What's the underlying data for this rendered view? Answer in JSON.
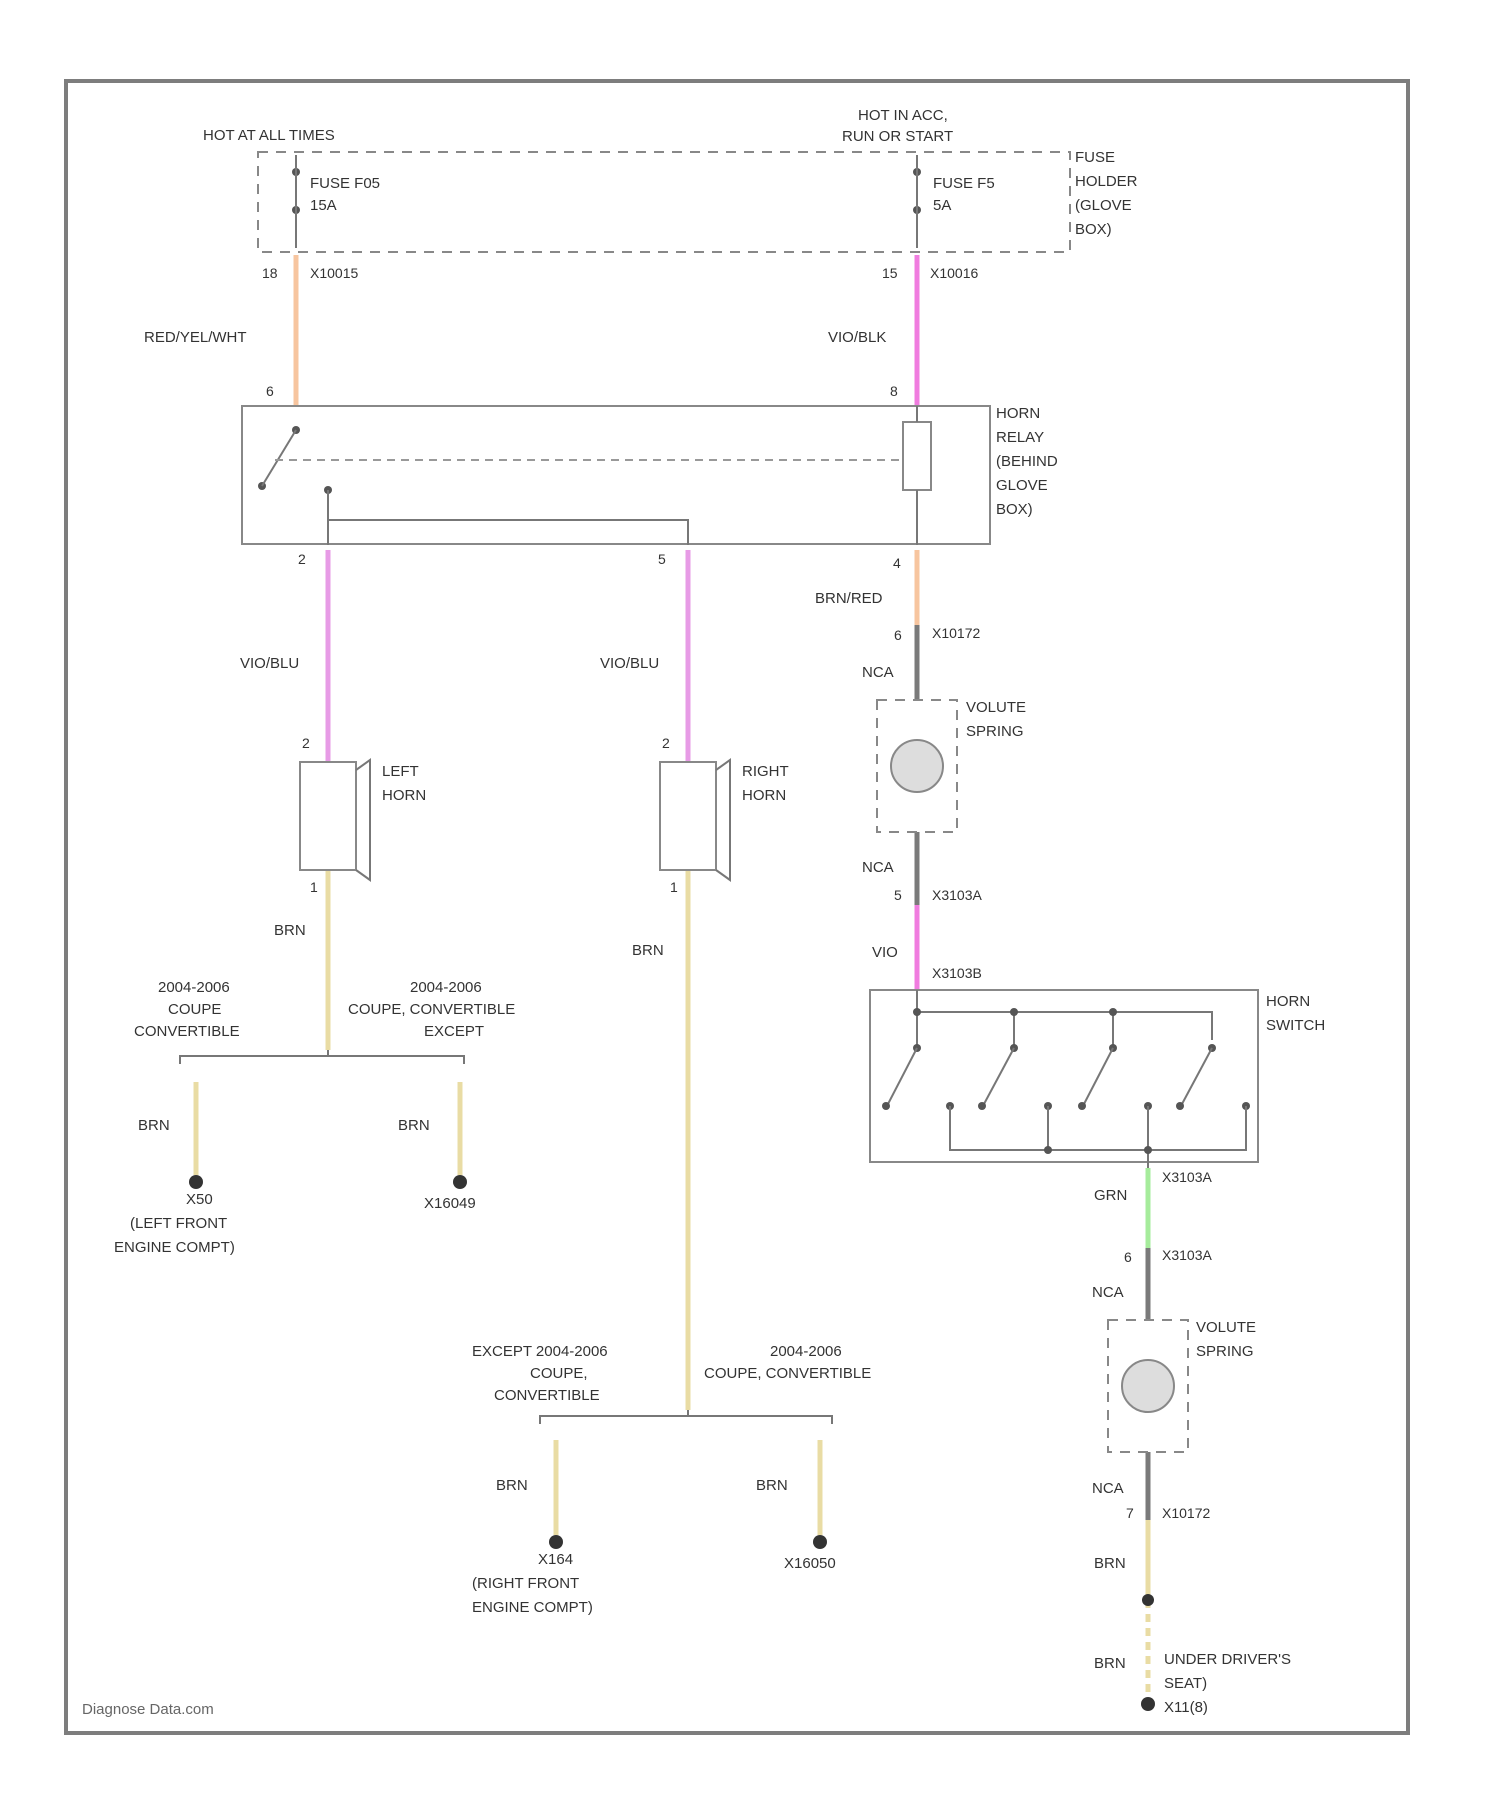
{
  "watermark": "Diagnose Data.com",
  "power": {
    "hot_at_all_times": "HOT AT ALL TIMES",
    "hot_in_acc_l1": "HOT IN ACC,",
    "hot_in_acc_l2": "RUN OR START",
    "fuse_left_name": "FUSE F05",
    "fuse_left_rating": "15A",
    "fuse_right_name": "FUSE F5",
    "fuse_right_rating": "5A",
    "fuse_holder": [
      "FUSE",
      "HOLDER",
      "(GLOVE",
      "BOX)"
    ],
    "pin_left": "18",
    "conn_left": "X10015",
    "pin_right": "15",
    "conn_right": "X10016"
  },
  "wires": {
    "red_yel_wht": "RED/YEL/WHT",
    "vio_blk": "VIO/BLK",
    "vio_blu_left": "VIO/BLU",
    "vio_blu_right": "VIO/BLU",
    "brn_red": "BRN/RED",
    "nca_1": "NCA",
    "nca_2": "NCA",
    "vio": "VIO",
    "grn": "GRN",
    "nca_3": "NCA",
    "nca_4": "NCA",
    "brn_left_horn": "BRN",
    "brn_right_horn": "BRN",
    "brn_x50": "BRN",
    "brn_x16049": "BRN",
    "brn_x164": "BRN",
    "brn_x16050": "BRN",
    "brn_ground_1": "BRN",
    "brn_ground_2": "BRN"
  },
  "horn_relay": {
    "label": [
      "HORN",
      "RELAY",
      "(BEHIND",
      "GLOVE",
      "BOX)"
    ],
    "pin_6": "6",
    "pin_8": "8",
    "pin_2": "2",
    "pin_5": "5",
    "pin_4": "4"
  },
  "left_horn": {
    "label": [
      "LEFT",
      "HORN"
    ],
    "pin_top": "2",
    "pin_bottom": "1"
  },
  "right_horn": {
    "label": [
      "RIGHT",
      "HORN"
    ],
    "pin_top": "2",
    "pin_bottom": "1"
  },
  "volute_1": {
    "label": [
      "VOLUTE",
      "SPRING"
    ],
    "pin_top": "6",
    "conn_top": "X10172",
    "pin_bottom": "5",
    "conn_bottom": "X3103A"
  },
  "horn_switch": {
    "label": [
      "HORN",
      "SWITCH"
    ],
    "conn_top": "X3103B",
    "conn_bottom": "X3103A"
  },
  "volute_2": {
    "label": [
      "VOLUTE",
      "SPRING"
    ],
    "pin_top": "6",
    "conn_top": "X3103A",
    "pin_bottom": "7",
    "conn_bottom": "X10172"
  },
  "left_split": {
    "variant_a": [
      "2004-2006",
      "COUPE",
      "CONVERTIBLE"
    ],
    "variant_b": [
      "2004-2006",
      "COUPE, CONVERTIBLE",
      "EXCEPT"
    ]
  },
  "right_split": {
    "variant_a": [
      "EXCEPT 2004-2006",
      "COUPE,",
      "CONVERTIBLE"
    ],
    "variant_b": [
      "2004-2006",
      "COUPE, CONVERTIBLE"
    ]
  },
  "grounds": {
    "x50": [
      "X50",
      "(LEFT FRONT",
      "ENGINE COMPT)"
    ],
    "x16049": "X16049",
    "x164": [
      "X164",
      "(RIGHT FRONT",
      "ENGINE COMPT)"
    ],
    "x16050": "X16050",
    "x11": [
      "UNDER DRIVER'S",
      "SEAT)",
      "X11(8)"
    ]
  },
  "colors": {
    "frame": "#888888",
    "orange_wire": "#f7c59f",
    "violet_wire": "#e79be6",
    "pink_wire": "#f07cdf",
    "brown_wire": "#e9dca4",
    "green_wire": "#a6ec9c",
    "black_wire": "#7a7a7a"
  }
}
